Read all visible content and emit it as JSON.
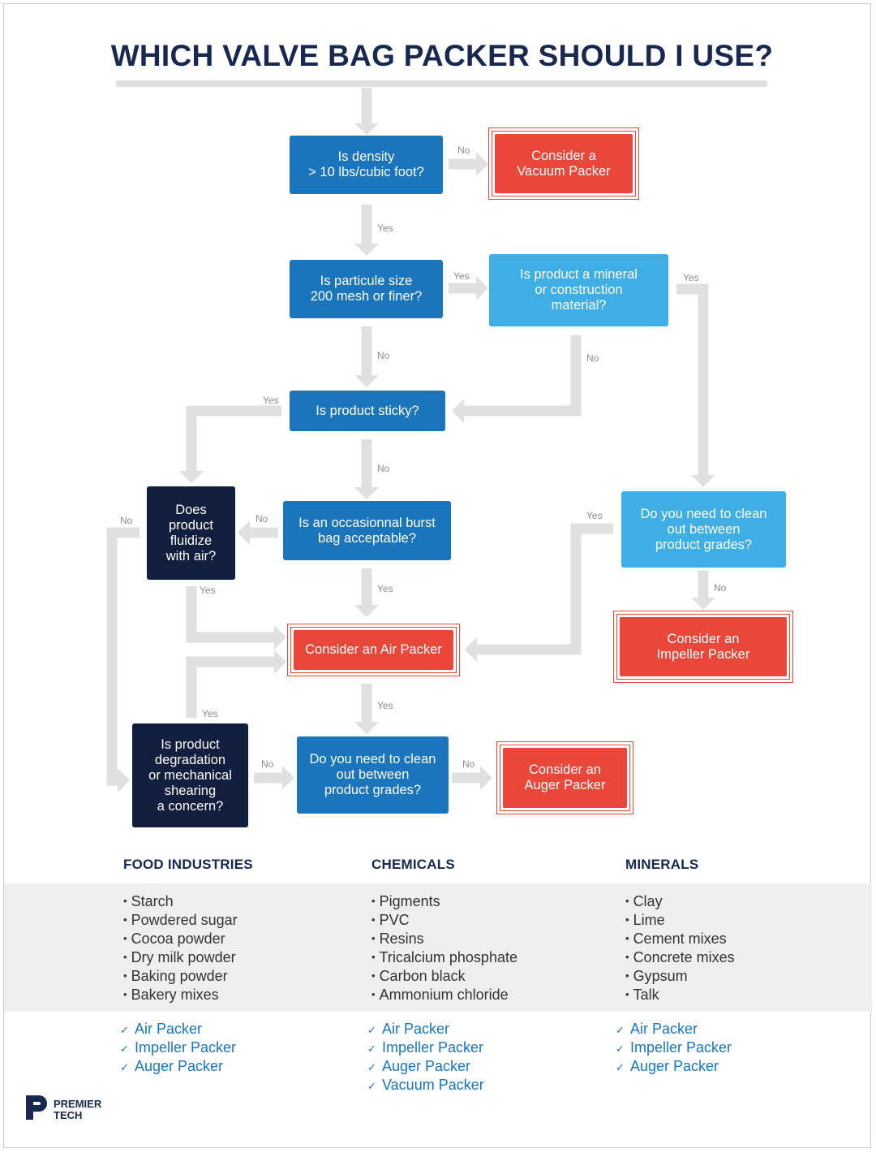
{
  "title": "WHICH VALVE BAG PACKER SHOULD I USE?",
  "colors": {
    "question_mid": "#1a75bc",
    "question_light": "#3eaee5",
    "question_dark": "#111e3d",
    "result": "#e8473a",
    "connector": "#e0e0e0",
    "title_text": "#18284f"
  },
  "nodes": {
    "density": "Is density\n> 10 lbs/cubic foot?",
    "vacuum": "Consider a\nVacuum Packer",
    "particle": "Is particule size\n200 mesh or finer?",
    "mineral": "Is product a mineral\nor construction\nmaterial?",
    "sticky": "Is product sticky?",
    "fluidize": "Does\nproduct\nfluidize\nwith air?",
    "burst": "Is an occasionnal burst\nbag acceptable?",
    "clean_right": "Do you need to clean\nout between\nproduct grades?",
    "air": "Consider an Air Packer",
    "impeller": "Consider an\nImpeller Packer",
    "degradation": "Is product\ndegradation\nor mechanical\nshearing\na concern?",
    "clean_bottom": "Do you need to clean\nout between\nproduct grades?",
    "auger": "Consider an\nAuger Packer"
  },
  "edge_labels": {
    "density_no": "No",
    "density_yes": "Yes",
    "particle_yes": "Yes",
    "particle_no": "No",
    "mineral_yes": "Yes",
    "mineral_no": "No",
    "sticky_yes": "Yes",
    "sticky_no": "No",
    "burst_no": "No",
    "burst_yes": "Yes",
    "fluidize_no": "No",
    "fluidize_yes": "Yes",
    "clean_right_yes": "Yes",
    "clean_right_no": "No",
    "air_yes": "Yes",
    "degradation_yes": "Yes",
    "degradation_no": "No",
    "clean_bottom_no": "No"
  },
  "categories": [
    {
      "name": "FOOD INDUSTRIES",
      "items": [
        "Starch",
        "Powdered sugar",
        "Cocoa powder",
        "Dry milk powder",
        "Baking powder",
        "Bakery mixes"
      ],
      "packers": [
        "Air Packer",
        "Impeller Packer",
        "Auger Packer"
      ]
    },
    {
      "name": "CHEMICALS",
      "items": [
        "Pigments",
        "PVC",
        "Resins",
        "Tricalcium phosphate",
        "Carbon black",
        "Ammonium chloride"
      ],
      "packers": [
        "Air Packer",
        "Impeller Packer",
        "Auger Packer",
        "Vacuum Packer"
      ]
    },
    {
      "name": "MINERALS",
      "items": [
        "Clay",
        "Lime",
        "Cement mixes",
        "Concrete mixes",
        "Gypsum",
        "Talk"
      ],
      "packers": [
        "Air Packer",
        "Impeller Packer",
        "Auger Packer"
      ]
    }
  ],
  "check_icon": "checkmark-icon",
  "logo": {
    "line1": "PREMIER",
    "line2": "TECH",
    "icon": "premier-tech-logo-icon"
  }
}
